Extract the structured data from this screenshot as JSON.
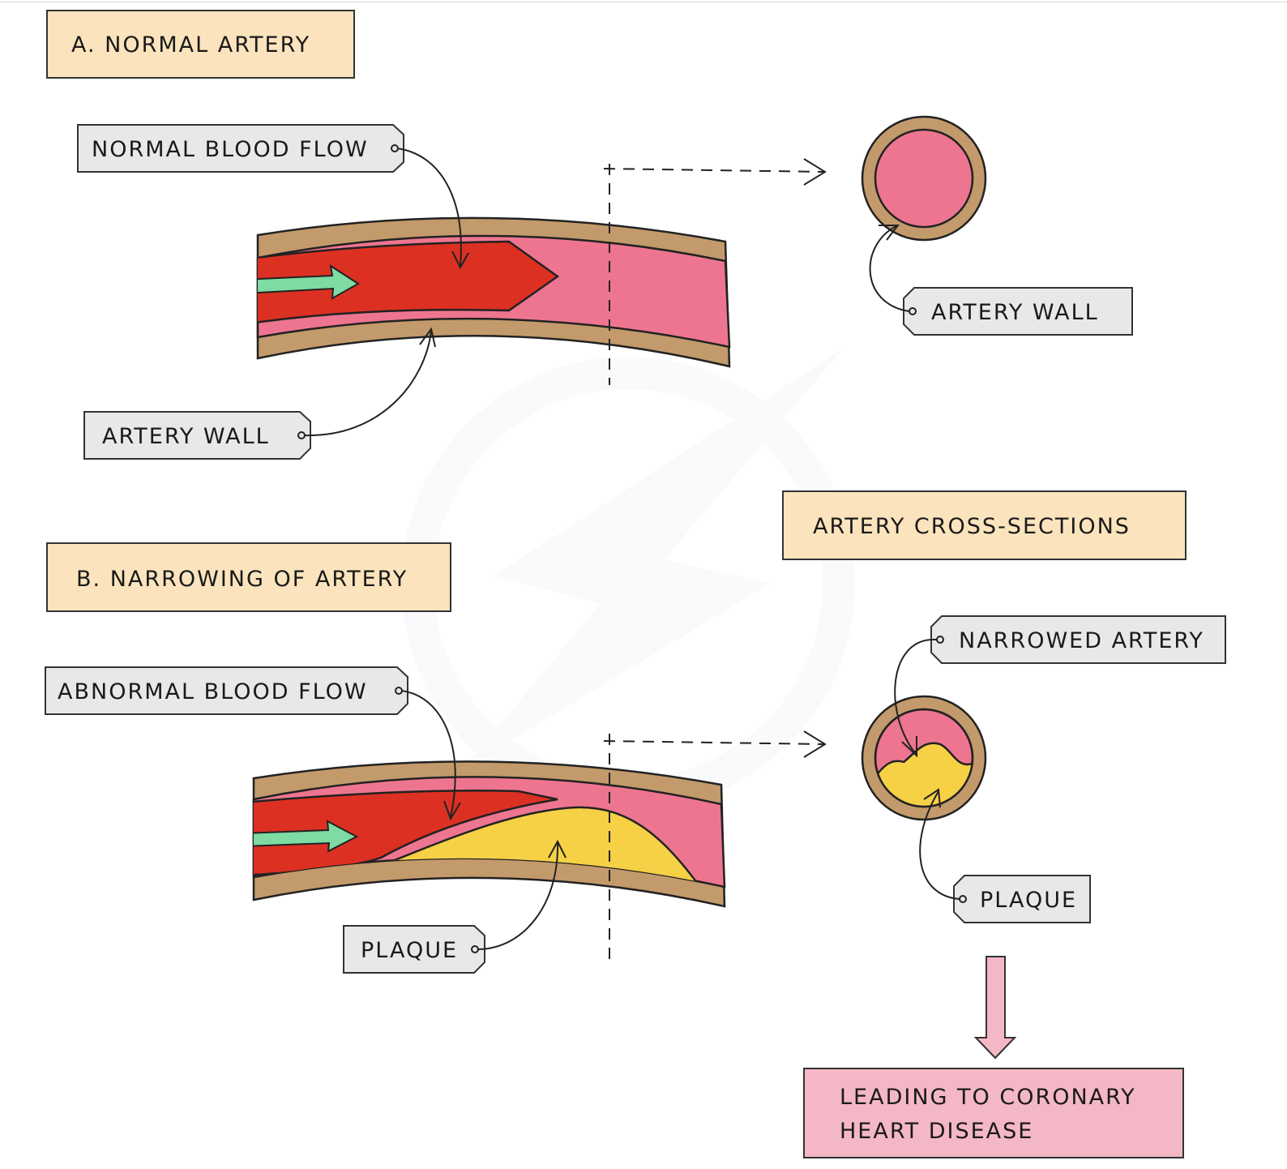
{
  "headings": {
    "section_a": "A. NORMAL  ARTERY",
    "section_b": "B.  NARROWING  OF  ARTERY",
    "cross_sections": "ARTERY  CROSS-SECTIONS"
  },
  "labels": {
    "normal_blood_flow": "NORMAL  BLOOD  FLOW",
    "artery_wall_a": "ARTERY  WALL",
    "artery_wall_cross": "ARTERY  WALL",
    "abnormal_blood_flow": "ABNORMAL  BLOOD  FLOW",
    "plaque_b": "PLAQUE",
    "narrowed_artery": "NARROWED  ARTERY",
    "plaque_cross": "PLAQUE"
  },
  "outcome": {
    "line1": "LEADING  TO  CORONARY",
    "line2": "HEART  DISEASE"
  },
  "colors": {
    "heading_fill": "#fbe4bd",
    "tag_fill": "#e8e8e8",
    "artery_wall": "#c39a6b",
    "lumen": "#ee7590",
    "blood": "#dc3022",
    "flow_arrow": "#7ddba3",
    "plaque": "#f6d045",
    "outcome_fill": "#f4b7c5"
  }
}
